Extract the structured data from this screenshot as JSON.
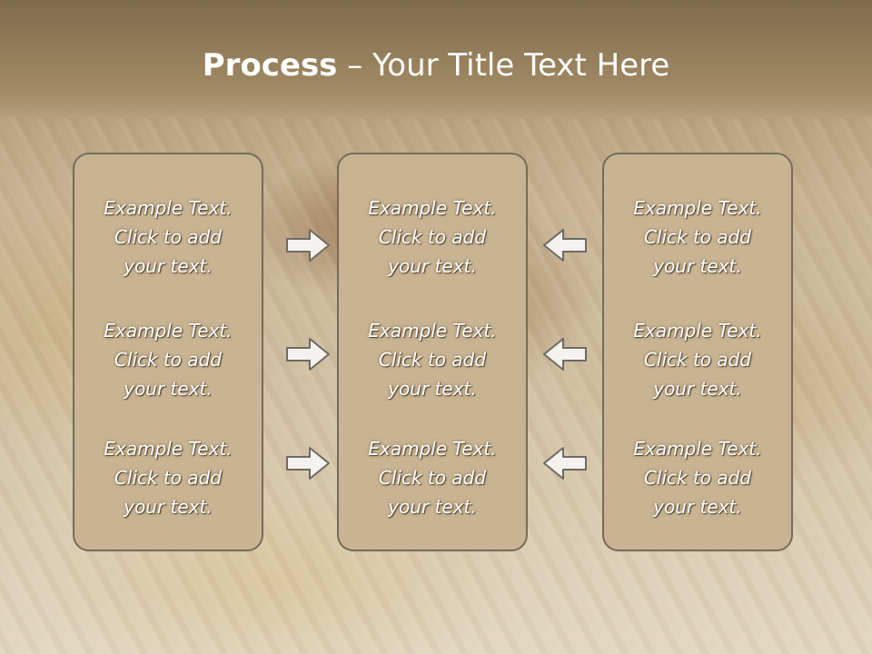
{
  "slide": {
    "title_bold": "Process",
    "title_rest": " – Your Title Text Here"
  },
  "columns": [
    {
      "items": [
        {
          "line1": "Example Text.",
          "line2": "Click  to add",
          "line3": "your text."
        },
        {
          "line1": "Example Text.",
          "line2": "Click  to add",
          "line3": "your text."
        },
        {
          "line1": "Example Text.",
          "line2": "Click  to add",
          "line3": "your text."
        }
      ]
    },
    {
      "items": [
        {
          "line1": "Example Text.",
          "line2": "Click  to add",
          "line3": "your text."
        },
        {
          "line1": "Example Text.",
          "line2": "Click  to add",
          "line3": "your text."
        },
        {
          "line1": "Example Text.",
          "line2": "Click  to add",
          "line3": "your text."
        }
      ]
    },
    {
      "items": [
        {
          "line1": "Example Text.",
          "line2": "Click  to add",
          "line3": "your text."
        },
        {
          "line1": "Example Text.",
          "line2": "Click  to add",
          "line3": "your text."
        },
        {
          "line1": "Example Text.",
          "line2": "Click  to add",
          "line3": "your text."
        }
      ]
    }
  ],
  "arrows": {
    "left_group": [
      "arrow-right-icon",
      "arrow-right-icon",
      "arrow-right-icon"
    ],
    "right_group": [
      "arrow-left-icon",
      "arrow-left-icon",
      "arrow-left-icon"
    ]
  },
  "colors": {
    "box_fill": "#c8b392",
    "box_border": "#786b5a",
    "arrow_fill": "#f4f2ee",
    "arrow_stroke": "#6e6a64"
  }
}
